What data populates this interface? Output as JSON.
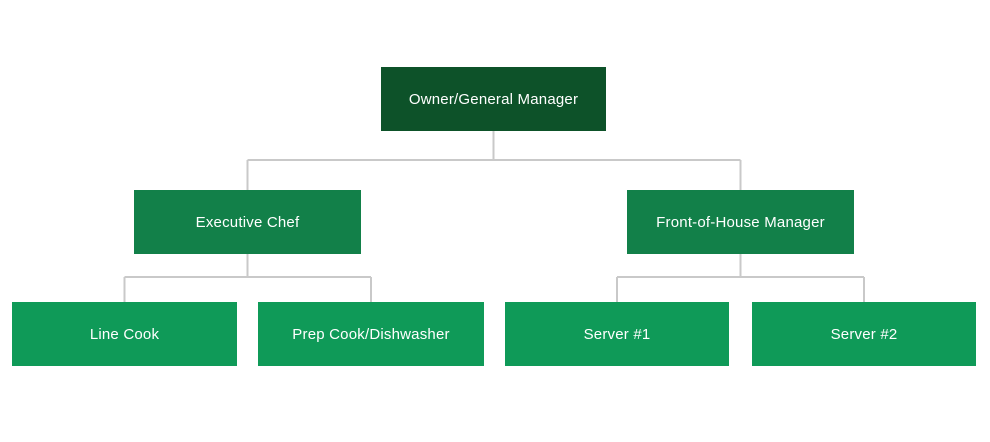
{
  "diagram": {
    "type": "org-chart",
    "nodes": [
      {
        "id": "owner-general-manager",
        "label": "Owner/General Manager",
        "level": 1,
        "reports_to": null
      },
      {
        "id": "executive-chef",
        "label": "Executive Chef",
        "level": 2,
        "reports_to": "owner-general-manager"
      },
      {
        "id": "front-of-house-manager",
        "label": "Front-of-House Manager",
        "level": 2,
        "reports_to": "owner-general-manager"
      },
      {
        "id": "line-cook",
        "label": "Line Cook",
        "level": 3,
        "reports_to": "executive-chef"
      },
      {
        "id": "prep-cook-dishwasher",
        "label": "Prep Cook/Dishwasher",
        "level": 3,
        "reports_to": "executive-chef"
      },
      {
        "id": "server-1",
        "label": "Server #1",
        "level": 3,
        "reports_to": "front-of-house-manager"
      },
      {
        "id": "server-2",
        "label": "Server #2",
        "level": 3,
        "reports_to": "front-of-house-manager"
      }
    ]
  },
  "colors": {
    "level1_box": "#0d5229",
    "level2_box": "#128049",
    "level3_box": "#0f9a58",
    "connector": "#c9c9c9",
    "box_text": "#ffffff",
    "background": "#ffffff"
  }
}
